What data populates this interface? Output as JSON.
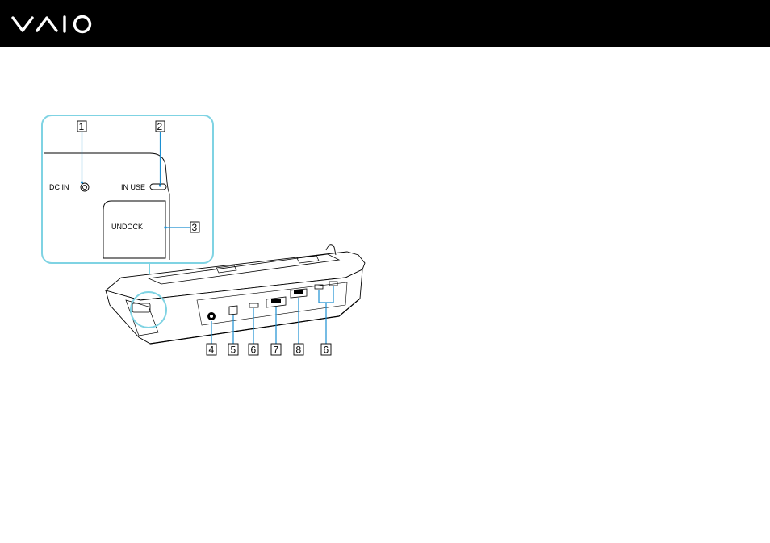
{
  "header": {
    "logo_text": "VAIO"
  },
  "detail_view": {
    "dc_in_label": "DC IN",
    "in_use_label": "IN USE",
    "undock_label": "UNDOCK"
  },
  "callouts": {
    "c1": "1",
    "c2": "2",
    "c3": "3",
    "c4": "4",
    "c5": "5",
    "c6a": "6",
    "c7": "7",
    "c8": "8",
    "c6b": "6"
  }
}
